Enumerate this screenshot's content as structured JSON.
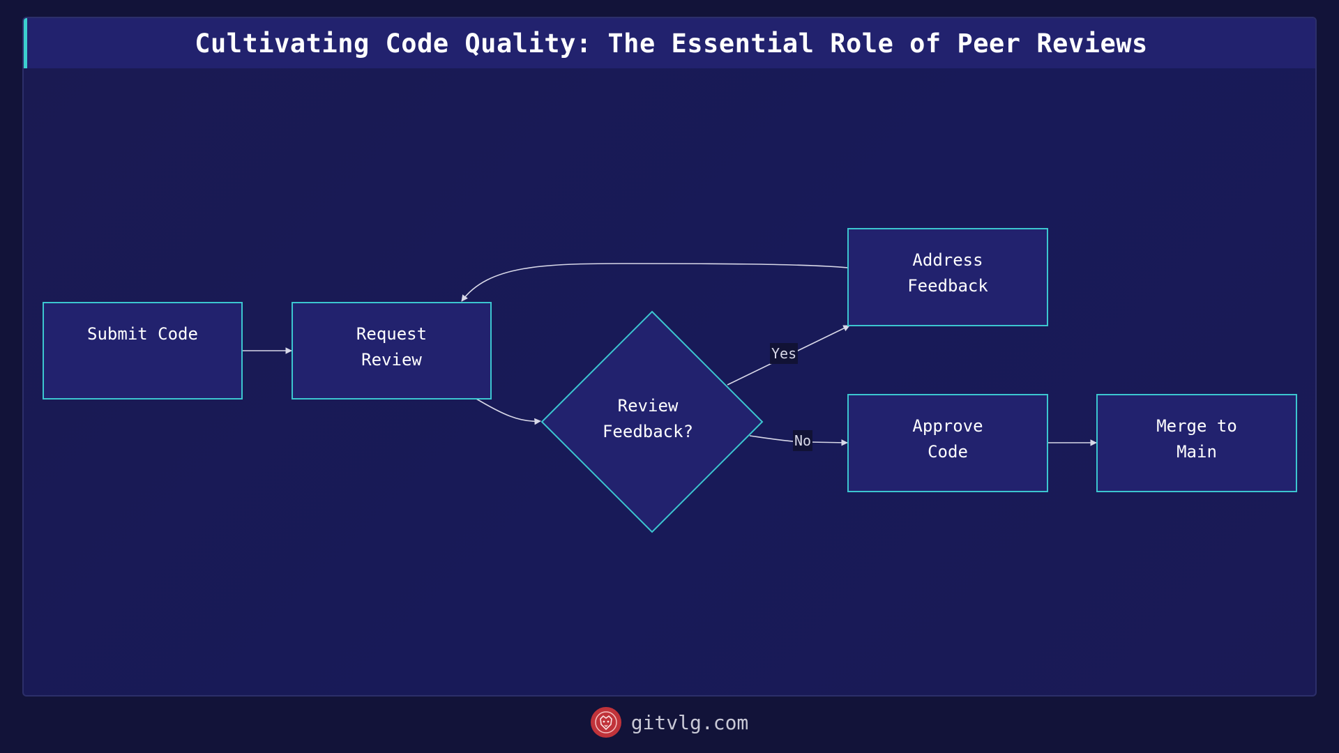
{
  "title": "Cultivating Code Quality: The Essential Role of Peer Reviews",
  "nodes": {
    "submit_code": "Submit Code",
    "request_review": "Request\n Review",
    "review_feedback": "Review\n Feedback?",
    "address_feedback": "Address\n Feedback",
    "approve_code": "Approve\n Code",
    "merge_to_main": "Merge to\n Main"
  },
  "edges": {
    "yes_label": "Yes",
    "no_label": "No"
  },
  "footer": {
    "site": "gitvlg.com",
    "logo_icon": "lion-logo-icon"
  },
  "colors": {
    "background": "#121339",
    "node_fill": "#22226e",
    "node_border": "#3cc6d0",
    "accent": "#3ccfcf",
    "logo": "#c0333a"
  }
}
